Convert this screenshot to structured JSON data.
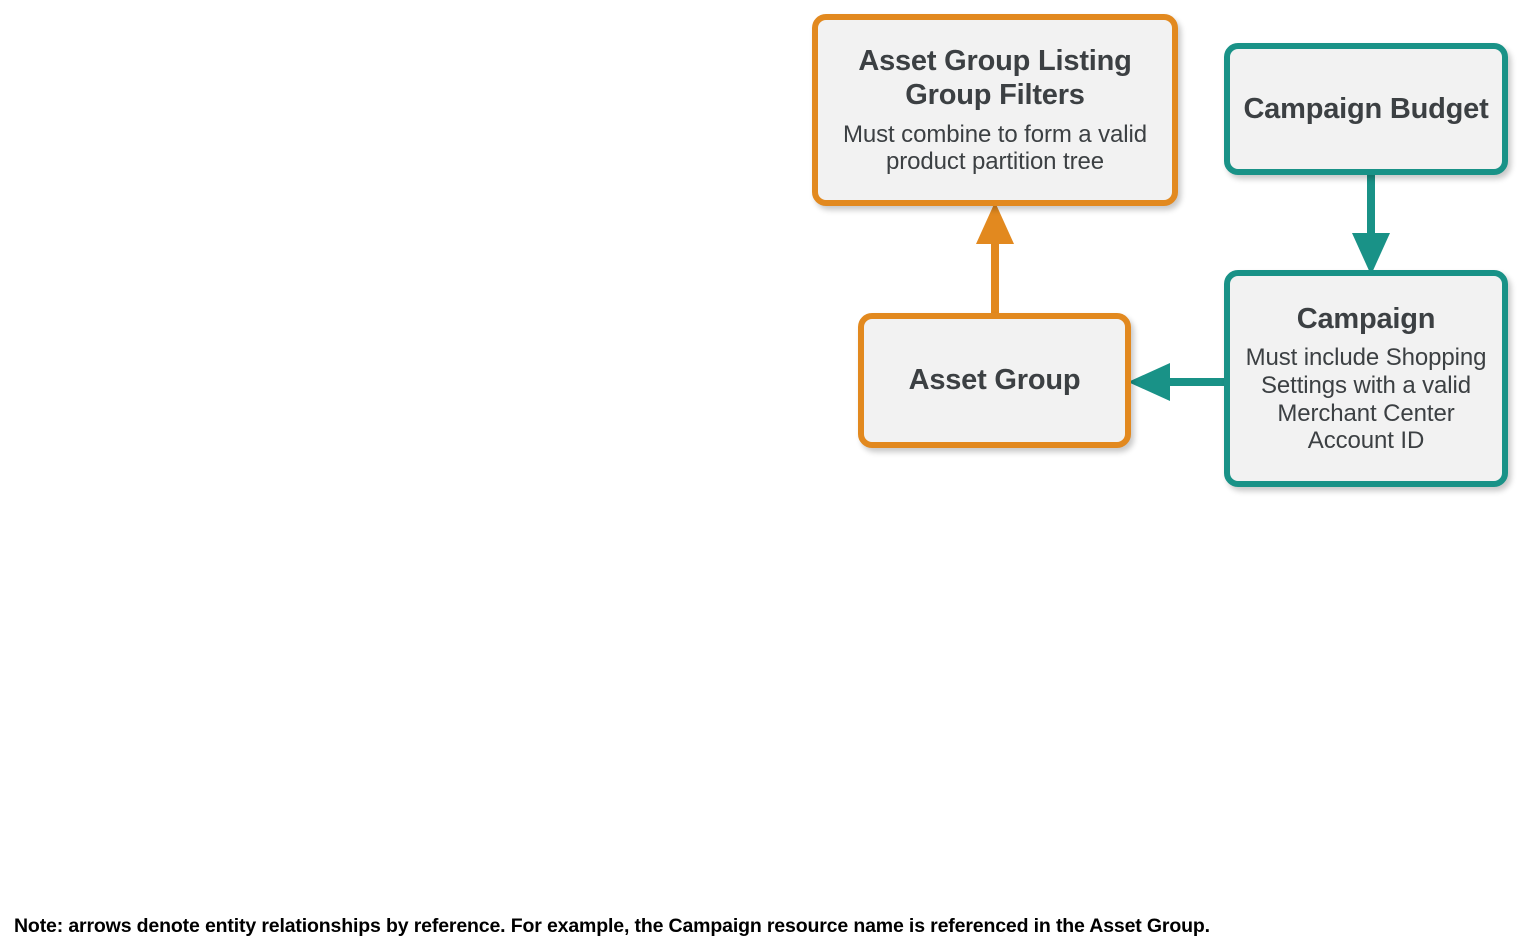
{
  "diagram": {
    "nodes": [
      {
        "id": "asset-group-listing-group-filters",
        "title": "Asset Group Listing Group Filters",
        "description": "Must combine to form a valid product partition tree",
        "accent": "#E2891F",
        "fill": "#F2F2F2"
      },
      {
        "id": "campaign-budget",
        "title": "Campaign Budget",
        "description": "",
        "accent": "#199287",
        "fill": "#F2F2F2"
      },
      {
        "id": "asset-group",
        "title": "Asset Group",
        "description": "",
        "accent": "#E2891F",
        "fill": "#F2F2F2"
      },
      {
        "id": "campaign",
        "title": "Campaign",
        "description": "Must include Shopping Settings with a valid Merchant Center Account ID",
        "accent": "#199287",
        "fill": "#F2F2F2"
      }
    ],
    "edges": [
      {
        "id": "asset-group-to-listing-group-filters",
        "from": "asset-group",
        "to": "asset-group-listing-group-filters",
        "direction": "up",
        "color": "#E2891F"
      },
      {
        "id": "campaign-budget-to-campaign",
        "from": "campaign-budget",
        "to": "campaign",
        "direction": "down",
        "color": "#199287"
      },
      {
        "id": "campaign-to-asset-group",
        "from": "campaign",
        "to": "asset-group",
        "direction": "left",
        "color": "#199287"
      }
    ],
    "footer_note": "Note: arrows denote entity relationships by reference. For example, the Campaign resource name is referenced in the Asset Group."
  }
}
